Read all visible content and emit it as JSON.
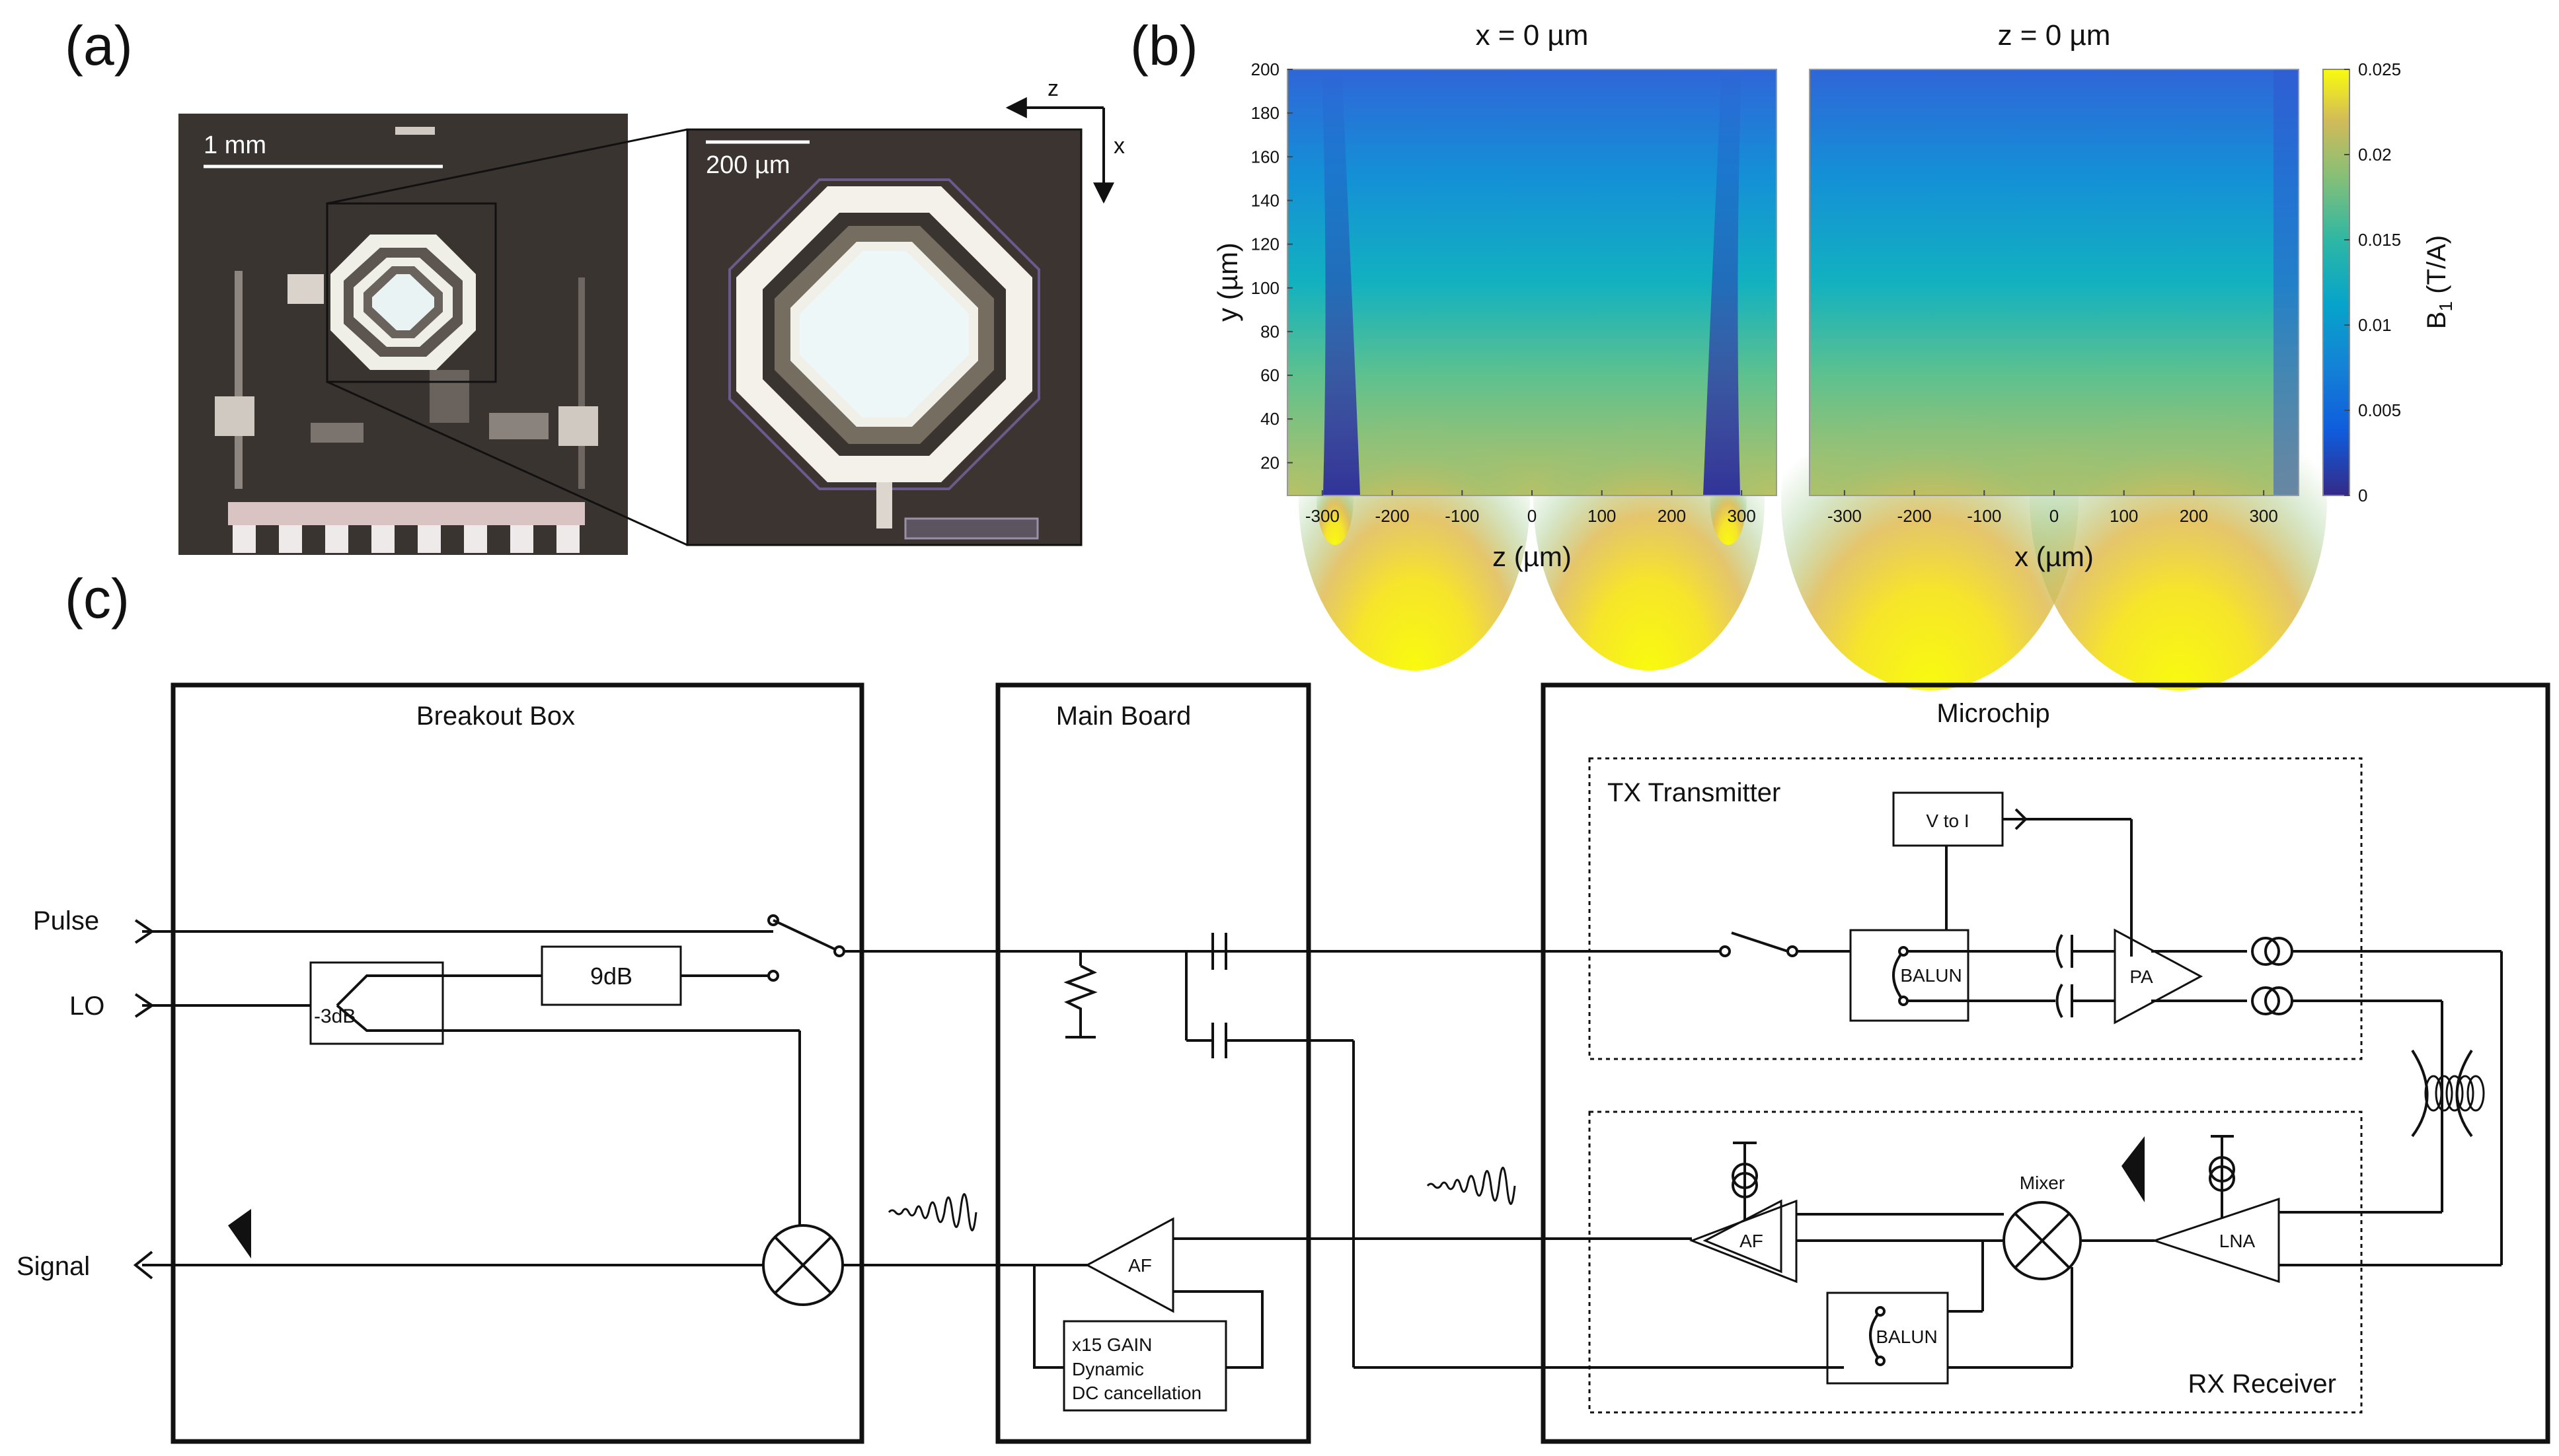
{
  "panel_labels": {
    "a": "(a)",
    "b": "(b)",
    "c": "(c)"
  },
  "panel_a": {
    "scale_bar_left": "1 mm",
    "scale_bar_right": "200 µm",
    "axis_z": "z",
    "axis_x": "x"
  },
  "panel_b": {
    "colorbar_label": "B",
    "colorbar_label_sub": "1",
    "colorbar_label_unit": " (T/A)",
    "colorbar_ticks": [
      "0.025",
      "0.02",
      "0.015",
      "0.01",
      "0.005",
      "0"
    ],
    "plots": [
      {
        "title": "x = 0 µm",
        "xlabel": "z (µm)",
        "ylabel": "y (µm)"
      },
      {
        "title": "z = 0 µm",
        "xlabel": "x (µm)"
      }
    ]
  },
  "chart_data": [
    {
      "type": "heatmap",
      "title": "x = 0 µm",
      "xlabel": "z (µm)",
      "ylabel": "y (µm)",
      "xlim": [
        -350,
        350
      ],
      "ylim": [
        5,
        200
      ],
      "x_ticks": [
        -300,
        -200,
        -100,
        0,
        100,
        200,
        300
      ],
      "y_ticks": [
        20,
        40,
        60,
        80,
        100,
        120,
        140,
        160,
        180,
        200
      ],
      "colorbar": {
        "label": "B1 (T/A)",
        "range": [
          0,
          0.025
        ],
        "ticks": [
          0,
          0.005,
          0.01,
          0.015,
          0.02,
          0.025
        ],
        "colormap": "parula"
      },
      "features": [
        {
          "description": "high field lobe",
          "z": -180,
          "y_max_region": 40,
          "value": 0.025
        },
        {
          "description": "high field lobe",
          "z": 180,
          "y_max_region": 40,
          "value": 0.025
        },
        {
          "description": "low field null",
          "z": -240,
          "value": 0
        },
        {
          "description": "low field null",
          "z": 240,
          "value": 0
        },
        {
          "description": "small lobe",
          "z": -280,
          "value": 0.02
        },
        {
          "description": "small lobe",
          "z": 280,
          "value": 0.02
        }
      ]
    },
    {
      "type": "heatmap",
      "title": "z = 0 µm",
      "xlabel": "x (µm)",
      "ylabel": "",
      "xlim": [
        -350,
        350
      ],
      "ylim": [
        5,
        200
      ],
      "x_ticks": [
        -300,
        -200,
        -100,
        0,
        100,
        200,
        300
      ],
      "colorbar": {
        "label": "B1 (T/A)",
        "range": [
          0,
          0.025
        ],
        "ticks": [
          0,
          0.005,
          0.01,
          0.015,
          0.02,
          0.025
        ],
        "colormap": "parula"
      },
      "features": [
        {
          "description": "high field lobe",
          "x": -180,
          "value": 0.025
        },
        {
          "description": "high field lobe",
          "x": 180,
          "value": 0.025
        }
      ]
    }
  ],
  "panel_c": {
    "inputs": {
      "pulse": "Pulse",
      "lo": "LO",
      "signal": "Signal"
    },
    "breakout_box": {
      "title": "Breakout Box",
      "attenuator": "9dB",
      "splitter": "-3dB"
    },
    "main_board": {
      "title": "Main Board",
      "amp": "AF",
      "gain_note": [
        "x15 GAIN",
        "Dynamic",
        "DC cancellation"
      ]
    },
    "microchip": {
      "title": "Microchip",
      "tx_label": "TX Transmitter",
      "rx_label": "RX Receiver",
      "v_to_i": "V to I",
      "balun_tx": "BALUN",
      "pa": "PA",
      "mixer": "Mixer",
      "lna": "LNA",
      "af": "AF",
      "balun_rx": "BALUN"
    }
  },
  "colors": {
    "line": "#111111",
    "chip_bg": "#3a3431",
    "chip_coil": "#f2f7f6"
  }
}
